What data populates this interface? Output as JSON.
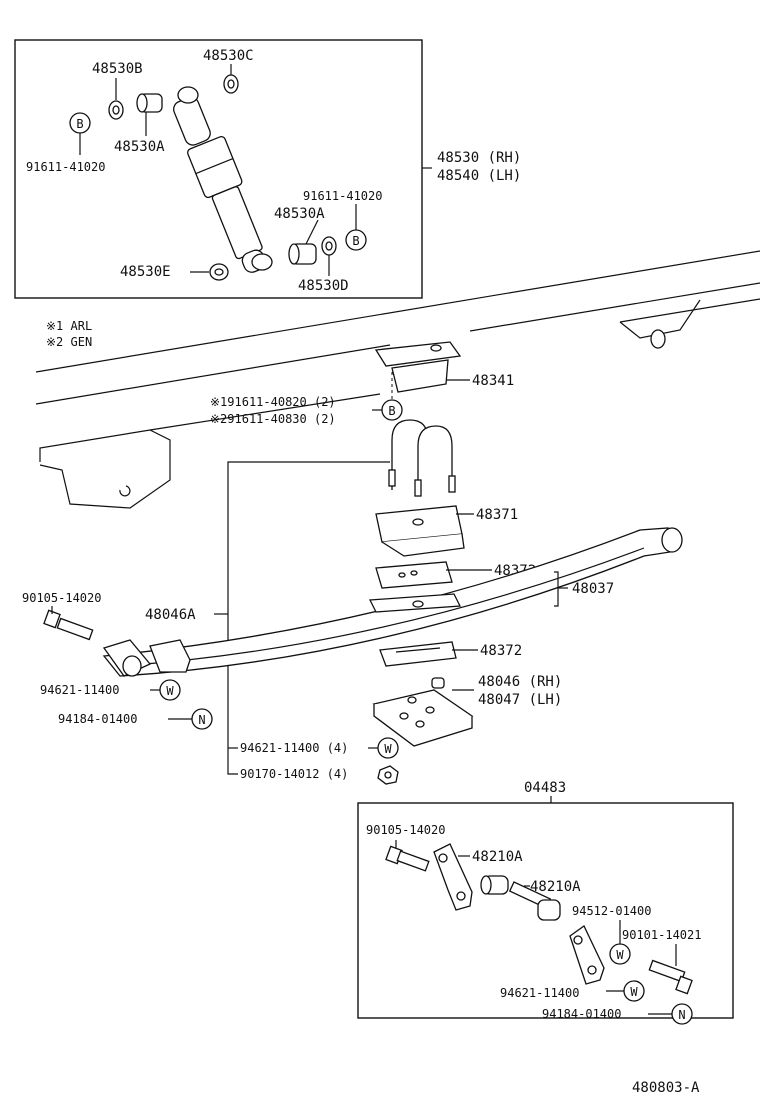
{
  "diagram_title": "480803-A",
  "notes": [
    "※1 ARL",
    "※2 GEN"
  ],
  "shock_box": {
    "callouts": {
      "p48530B": "48530B",
      "p48530C": "48530C",
      "b_top_letter": "B",
      "p48530A_top": "48530A",
      "p91611_top": "91611-41020",
      "p91611_right": "91611-41020",
      "p48530A_right": "48530A",
      "b_right_letter": "B",
      "p48530E": "48530E",
      "p48530D": "48530D"
    },
    "assembly_rh": "48530 (RH)",
    "assembly_lh": "48540 (LH)"
  },
  "main": {
    "p48341": "48341",
    "bolt1": "※191611-40820 (2)",
    "bolt2": "※291611-40830 (2)",
    "b_letter": "B",
    "p48371": "48371",
    "p48372_top": "48372",
    "p48037": "48037",
    "p48372_bottom": "48372",
    "p48046A": "48046A",
    "p90105_left": "90105-14020",
    "p48046_rh": "48046 (RH)",
    "p48047_lh": "48047 (LH)",
    "p94621_left": "94621-11400",
    "w_left_letter": "W",
    "p94184_left": "94184-01400",
    "n_left_letter": "N",
    "p94621_4": "94621-11400 (4)",
    "w_mid_letter": "W",
    "p90170_4": "90170-14012 (4)"
  },
  "shackle_box": {
    "title": "04483",
    "p90105": "90105-14020",
    "p48210A_1": "48210A",
    "p48210A_2": "48210A",
    "p94512": "94512-01400",
    "w_letter_1": "W",
    "p90101": "90101-14021",
    "p94621": "94621-11400",
    "w_letter_2": "W",
    "p94184": "94184-01400",
    "n_letter": "N"
  }
}
